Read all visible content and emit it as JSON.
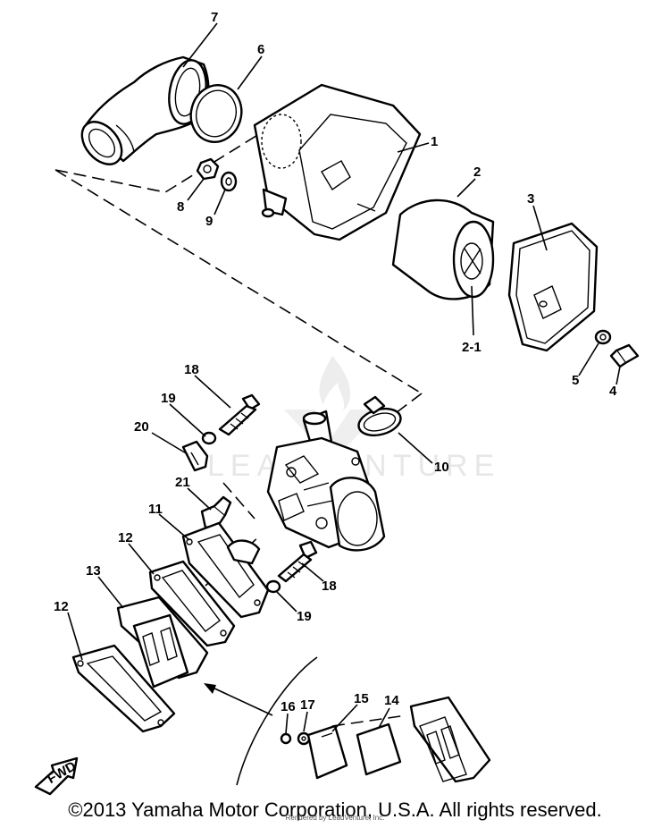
{
  "callouts": [
    {
      "id": "7",
      "text": "7"
    },
    {
      "id": "6",
      "text": "6"
    },
    {
      "id": "1",
      "text": "1"
    },
    {
      "id": "2",
      "text": "2"
    },
    {
      "id": "3",
      "text": "3"
    },
    {
      "id": "8",
      "text": "8"
    },
    {
      "id": "9a",
      "text": "9"
    },
    {
      "id": "2-1",
      "text": "2-1"
    },
    {
      "id": "5",
      "text": "5"
    },
    {
      "id": "4",
      "text": "4"
    },
    {
      "id": "18a",
      "text": "18"
    },
    {
      "id": "19a",
      "text": "19"
    },
    {
      "id": "20",
      "text": "20"
    },
    {
      "id": "10",
      "text": "10"
    },
    {
      "id": "21",
      "text": "21"
    },
    {
      "id": "11",
      "text": "11"
    },
    {
      "id": "12a",
      "text": "12"
    },
    {
      "id": "18b",
      "text": "18"
    },
    {
      "id": "13",
      "text": "13"
    },
    {
      "id": "19b",
      "text": "19"
    },
    {
      "id": "12b",
      "text": "12"
    },
    {
      "id": "16",
      "text": "16"
    },
    {
      "id": "17",
      "text": "17"
    },
    {
      "id": "15",
      "text": "15"
    },
    {
      "id": "14",
      "text": "14"
    }
  ],
  "fwd_label": "FWD",
  "watermark": "LEADVENTURE",
  "copyright": "©2013 Yamaha Motor Corporation, U.S.A. All rights reserved.",
  "rendered_by": "Rendered by LeadVenture, Inc."
}
